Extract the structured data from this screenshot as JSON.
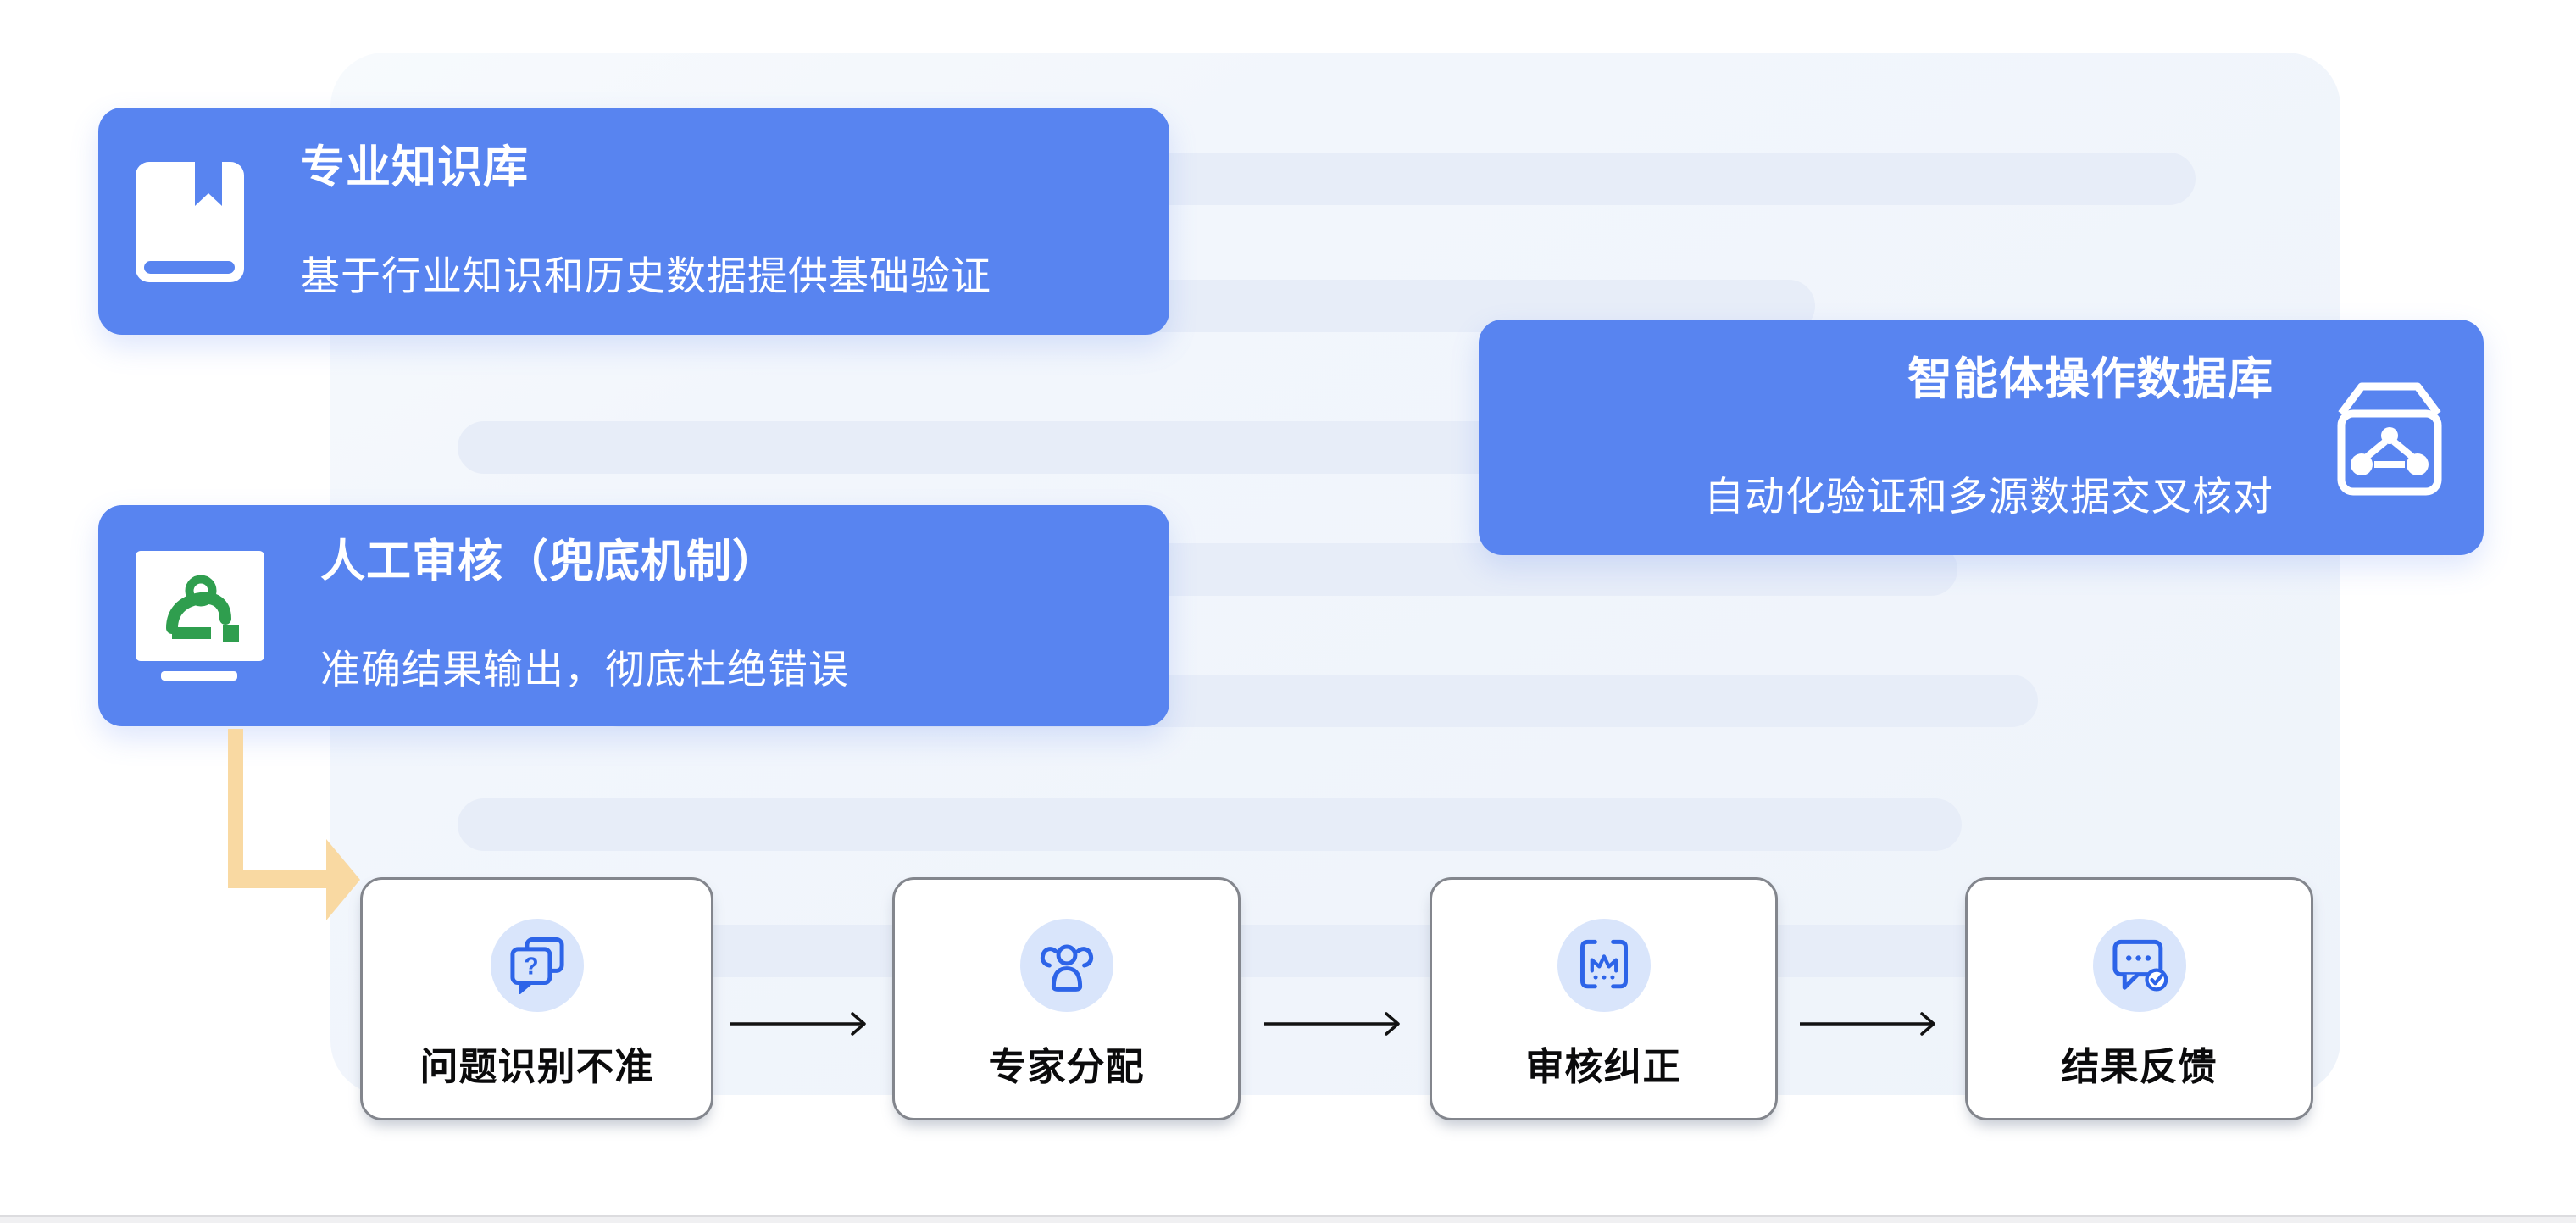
{
  "callouts": [
    {
      "title": "专业知识库",
      "subtitle": "基于行业知识和历史数据提供基础验证",
      "icon": "book-icon"
    },
    {
      "title": "人工审核（兜底机制）",
      "subtitle": "准确结果输出，彻底杜绝错误",
      "icon": "reviewer-monitor-icon"
    },
    {
      "title": "智能体操作数据库",
      "subtitle": "自动化验证和多源数据交叉核对",
      "icon": "dataset-cube-chart-icon"
    }
  ],
  "flow": {
    "steps": [
      {
        "label": "问题识别不准",
        "icon": "question-chat-icon"
      },
      {
        "label": "专家分配",
        "icon": "experts-group-icon"
      },
      {
        "label": "审核纠正",
        "icon": "audit-correct-icon"
      },
      {
        "label": "结果反馈",
        "icon": "feedback-check-icon"
      }
    ]
  },
  "colors": {
    "card_blue": "#5884f0",
    "panel_bg": "#f2f6fc",
    "skeleton_bar": "#e7edf8",
    "icon_blue": "#2d64e8",
    "icon_circle_bg": "#d9e5fb",
    "green": "#2f9e4e",
    "orange_arrow": "#f9d9a2",
    "flow_border": "#83868d"
  }
}
